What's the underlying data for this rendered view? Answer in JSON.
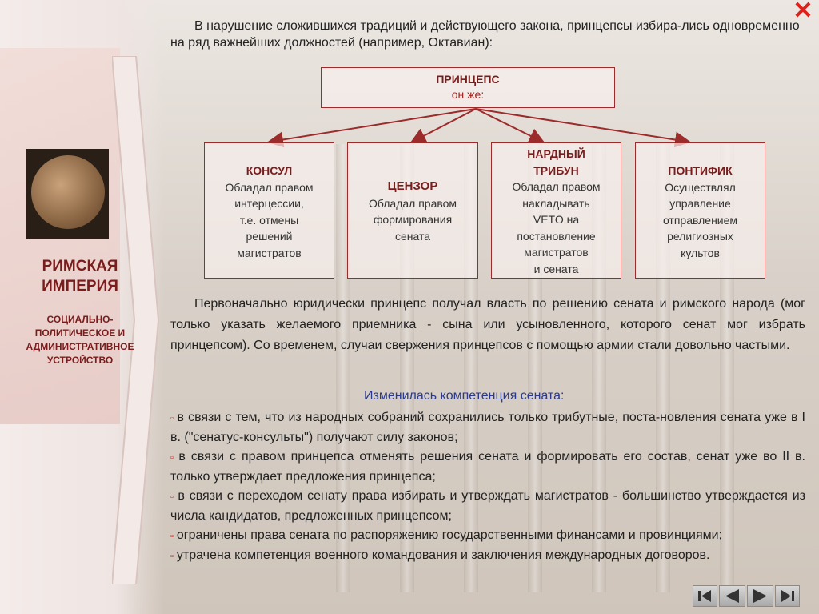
{
  "sidebar": {
    "title_line1": "РИМСКАЯ",
    "title_line2": "ИМПЕРИЯ",
    "subtitle_lines": [
      "СОЦИАЛЬНО-",
      "ПОЛИТИЧЕСКОЕ И",
      "АДМИНИСТРАТИВНОЕ",
      "УСТРОЙСТВО"
    ]
  },
  "close_glyph": "✕",
  "intro_text": "В нарушение сложившихся традиций и действующего закона, принцепсы избира-лись одновременно на ряд важнейших должностей (например, Октавиан):",
  "diagram": {
    "root": {
      "title": "ПРИНЦЕПС",
      "sub": "он же:"
    },
    "consul": {
      "title": "КОНСУЛ",
      "lines": [
        "Обладал правом",
        "интерцессии,",
        "т.е. отмены",
        "решений",
        "магистратов"
      ]
    },
    "censor": {
      "title": "ЦЕНЗОР",
      "lines": [
        "Обладал правом",
        "формирования",
        "сената"
      ]
    },
    "tribune": {
      "title1": "НАРДНЫЙ",
      "title2": "ТРИБУН",
      "lines": [
        "Обладал правом",
        "накладывать",
        "VETO на",
        "постановление",
        "магистратов",
        "и сената"
      ]
    },
    "pontifex": {
      "title": "ПОНТИФИК",
      "lines": [
        "Осуществлял",
        "управление",
        "отправлением",
        "религиозных",
        "культов"
      ]
    }
  },
  "paragraph": "Первоначально юридически принцепс получал власть по решению сената и римского народа (мог только указать желаемого приемника - сына или усыновленного, которого сенат мог избрать принцепсом). Со временем, случаи свержения принцепсов с помощью армии стали довольно частыми.",
  "changed_heading": "Изменилась компетенция сената:",
  "bullets": [
    "в связи с тем, что из народных собраний сохранились только трибутные, поста-новления сената уже в I в. (\"сенатус-консульты\") получают силу законов;",
    "в связи с правом принцепса отменять решения сената и формировать его состав, сенат уже во II в. только утверждает предложения принцепса;",
    "в связи с переходом сенату права избирать и утверждать магистратов - большинство утверждается из числа кандидатов, предложенных принцепсом;",
    "ограничены права сената по распоряжению государственными финансами и провинциями;",
    "утрачена компетенция военного командования и заключения международных договоров."
  ],
  "bullet_marker": "▫",
  "nav_icons": [
    "first-icon",
    "prev-icon",
    "next-icon",
    "last-icon"
  ]
}
